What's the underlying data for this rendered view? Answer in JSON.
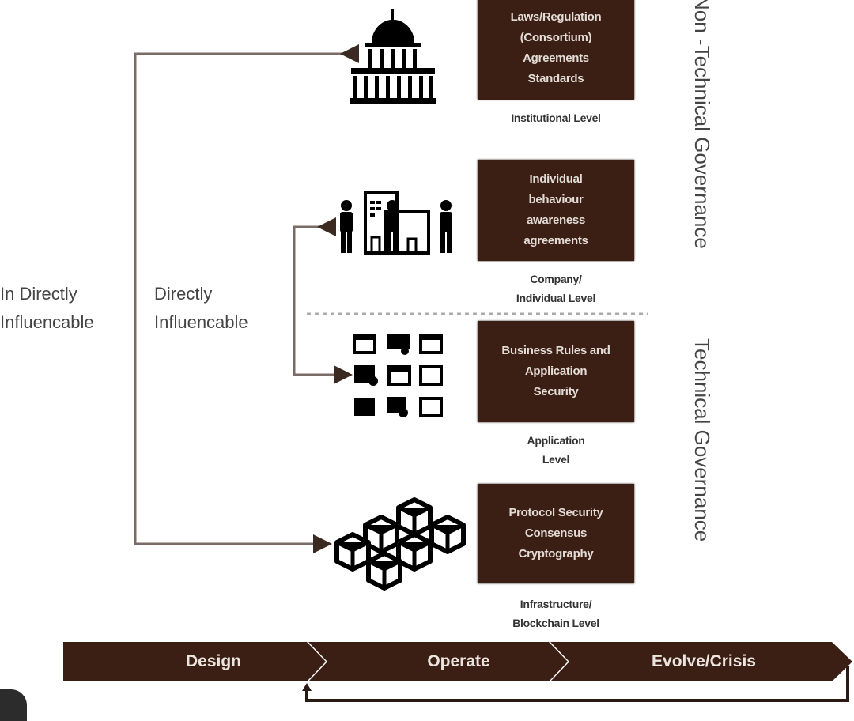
{
  "left_labels": {
    "indirect": [
      "In Directly",
      "Influencable"
    ],
    "direct": [
      "Directly",
      "Influencable"
    ]
  },
  "levels": [
    {
      "icon": "capitol-building-icon",
      "box_lines": [
        "Laws/Regulation",
        "(Consortium)",
        "Agreements",
        "Standards"
      ],
      "level_lines": [
        "Institutional Level"
      ]
    },
    {
      "icon": "people-company-icon",
      "box_lines": [
        "Individual",
        "behaviour",
        "awareness",
        "agreements"
      ],
      "level_lines": [
        "Company/",
        "Individual Level"
      ]
    },
    {
      "icon": "application-grid-icon",
      "box_lines": [
        "Business Rules and",
        "Application",
        "Security"
      ],
      "level_lines": [
        "Application",
        "Level"
      ]
    },
    {
      "icon": "blockchain-cubes-icon",
      "box_lines": [
        "Protocol Security",
        "Consensus",
        "Cryptography"
      ],
      "level_lines": [
        "Infrastructure/",
        "Blockchain Level"
      ]
    }
  ],
  "governance": {
    "non_technical": "Non -Technical Governance",
    "technical": "Technical Governance"
  },
  "phases": [
    "Design",
    "Operate",
    "Evolve/Crisis"
  ],
  "colors": {
    "box": "#3b1f14",
    "line": "#6e5f59",
    "text": "#444444"
  }
}
